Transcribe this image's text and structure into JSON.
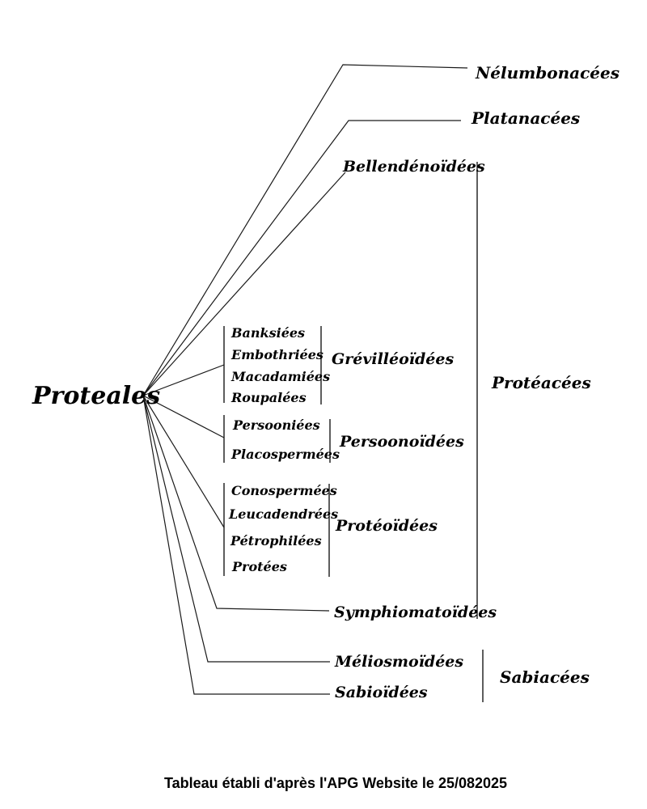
{
  "diagram": {
    "root": "Proteales",
    "families": {
      "nelumbonacees": "Nélumbonacées",
      "platanacees": "Platanacées",
      "proteacees": "Protéacées",
      "sabiacees": "Sabiacées"
    },
    "subfamilies": {
      "bellendenoidees": "Bellendénoïdées",
      "grevilleoidees": "Grévilléoïdées",
      "persoonoidees": "Persoonoïdées",
      "proteoidees": "Protéoïdées",
      "symphiomatoidees": "Symphiomatoïdées",
      "meliosmoidees": "Méliosmoïdées",
      "sabioidees": "Sabioïdées"
    },
    "tribes": {
      "grevilleoidees": [
        "Banksiées",
        "Embothriées",
        "Macadamiées",
        "Roupalées"
      ],
      "persoonoidees": [
        "Persooniées",
        "Placospermées"
      ],
      "proteoidees": [
        "Conospermées",
        "Leucadendrées",
        "Pétrophilées",
        "Protées"
      ]
    },
    "caption": "Tableau établi d'après l'APG Website le 25/082025",
    "line_color": "#1a1a1a"
  }
}
